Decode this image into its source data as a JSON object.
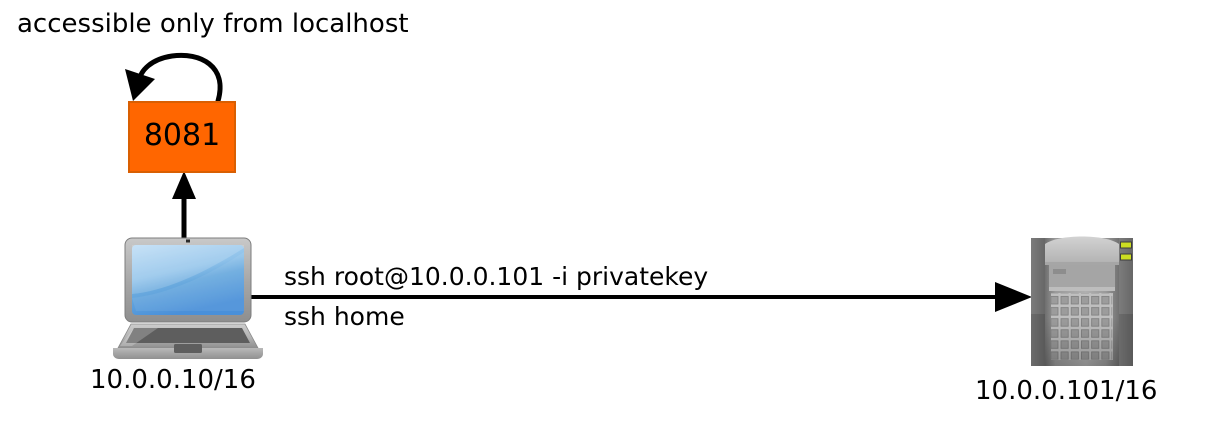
{
  "diagram": {
    "title": "accessible only from localhost",
    "nodes": {
      "port_box": {
        "label": "8081",
        "fill_color": "#ff6600",
        "border_color": "#d95f02",
        "icon": "port-box"
      },
      "laptop": {
        "ip_label": "10.0.0.10/16",
        "icon": "laptop-icon",
        "screen_color": "#4a90d9",
        "bezel_color": "#9d9d9d"
      },
      "server": {
        "ip_label": "10.0.0.101/16",
        "icon": "server-icon",
        "body_color": "#8c8c8c",
        "led_color": "#ccdd22"
      }
    },
    "edges": {
      "self_loop": {
        "name": "loopback-arrow",
        "from": "port_box",
        "to": "port_box",
        "color": "#000000"
      },
      "laptop_to_port": {
        "name": "laptop-to-port-arrow",
        "from": "laptop",
        "to": "port_box",
        "color": "#000000"
      },
      "laptop_to_server": {
        "name": "ssh-arrow",
        "from": "laptop",
        "to": "server",
        "color": "#000000",
        "label_line1": "ssh root@10.0.0.101 -i privatekey",
        "label_line2": "ssh home"
      }
    }
  }
}
